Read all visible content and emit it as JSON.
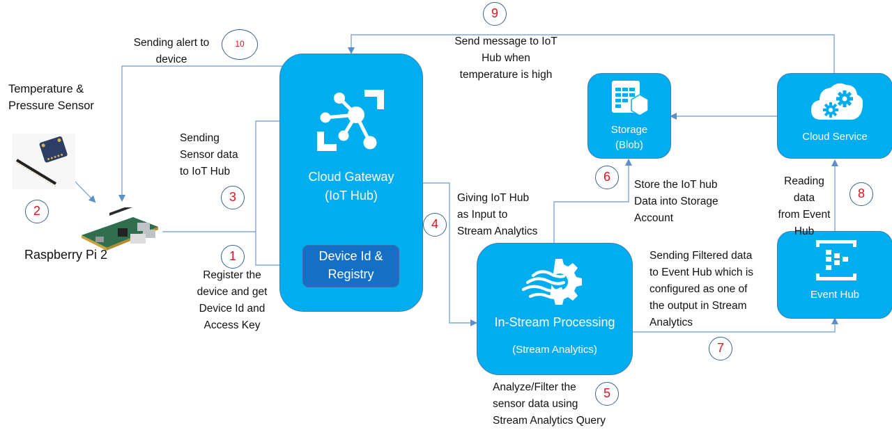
{
  "diagram": {
    "title": "IoT temperature monitoring architecture",
    "colors": {
      "node_fill": "#00aeef",
      "node_border": "#3d7fb8",
      "inner_fill": "#1370c6",
      "connector": "#7ea9d8",
      "step_number": "#e8101a",
      "step_circle": "#3b6190"
    },
    "devices": {
      "sensor": {
        "label": "Temperature &\nPressure Sensor",
        "icon": "sensor-board-icon"
      },
      "pi": {
        "label": "Raspberry Pi 2",
        "icon": "raspberry-pi-board-icon"
      }
    },
    "nodes": {
      "iot_hub": {
        "line1": "Cloud Gateway",
        "line2": "(IoT Hub)",
        "icon": "iot-hub-icon",
        "inner": {
          "line1": "Device Id &",
          "line2": "Registry"
        }
      },
      "stream": {
        "line1": "In-Stream Processing",
        "line2": "(Stream Analytics)",
        "icon": "stream-analytics-icon"
      },
      "storage": {
        "line1": "Storage",
        "line2": "(Blob)",
        "icon": "blob-storage-icon"
      },
      "cloud_service": {
        "line1": "Cloud Service",
        "icon": "cloud-gears-icon"
      },
      "event_hub": {
        "line1": "Event Hub",
        "icon": "event-hub-icon"
      }
    },
    "steps": [
      {
        "number": "1",
        "text": "Register the\ndevice and get\nDevice Id and\nAccess Key"
      },
      {
        "number": "2",
        "text": ""
      },
      {
        "number": "3",
        "text": "Sending\nSensor data\nto IoT Hub"
      },
      {
        "number": "4",
        "text": "Giving IoT Hub\nas Input to\nStream Analytics"
      },
      {
        "number": "5",
        "text": "Analyze/Filter the\nsensor data using\nStream Analytics Query"
      },
      {
        "number": "6",
        "text": "Store the IoT hub\nData into Storage\nAccount"
      },
      {
        "number": "7",
        "text": "Sending Filtered data\nto Event Hub which is\nconfigured as one of\nthe output in Stream\nAnalytics"
      },
      {
        "number": "8",
        "text": "Reading data\nfrom Event\nHub"
      },
      {
        "number": "9",
        "text": "Send message to IoT\nHub when\ntemperature is high"
      },
      {
        "number": "10",
        "text": "Sending alert to\ndevice"
      }
    ]
  }
}
